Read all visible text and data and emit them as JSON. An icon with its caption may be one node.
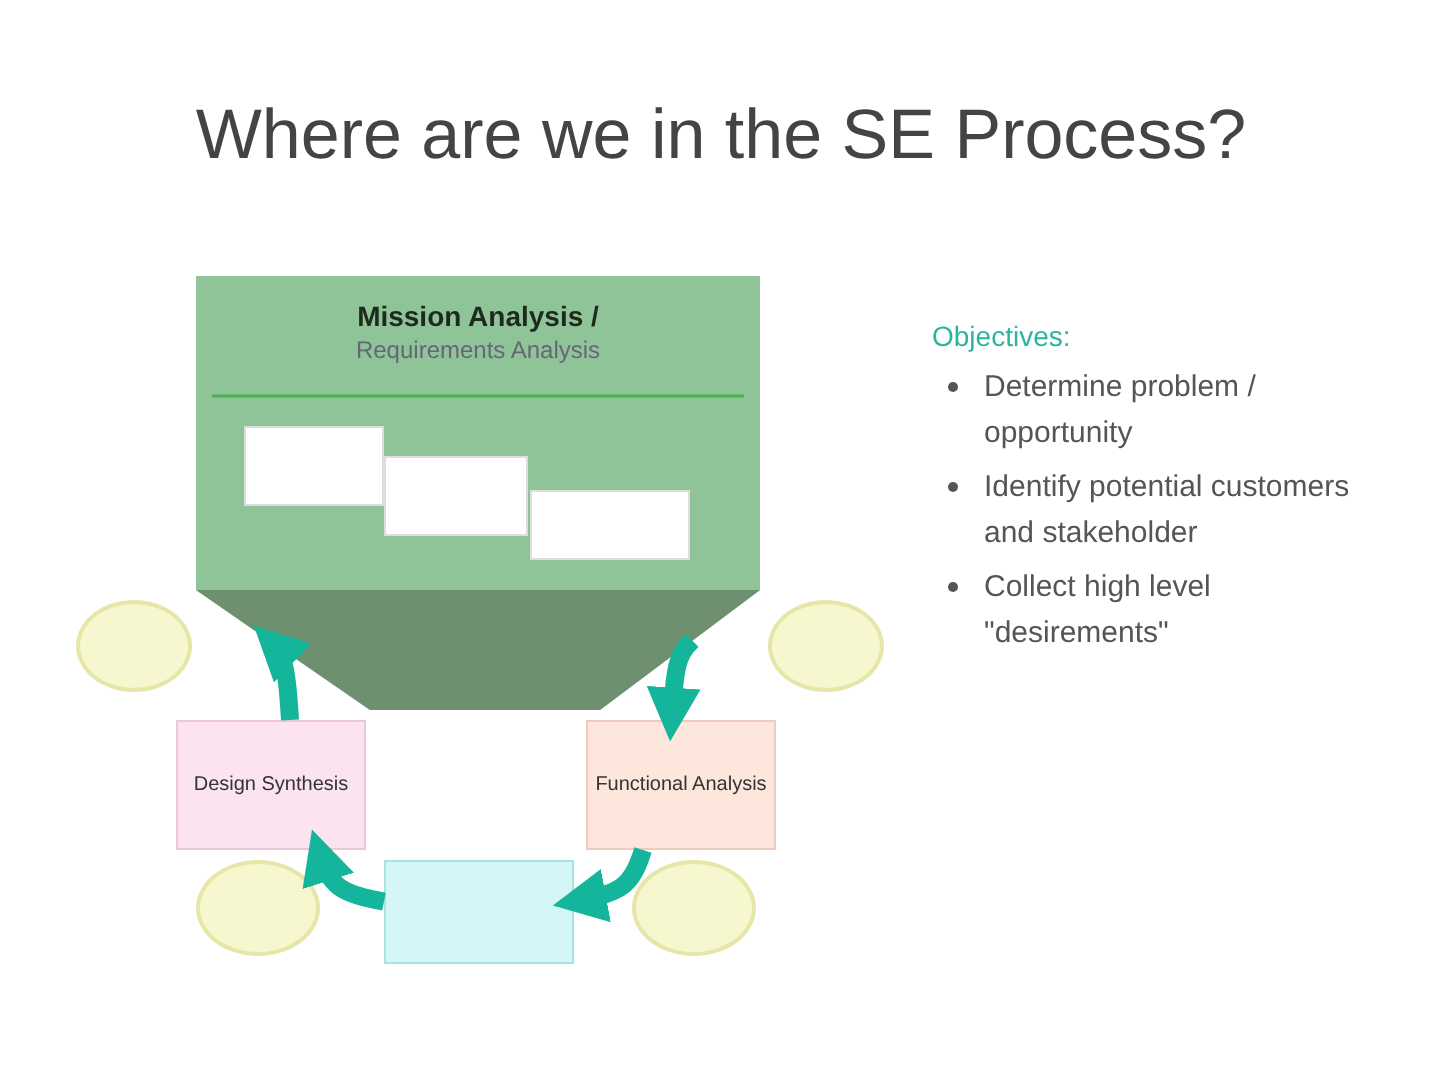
{
  "diagram": {
    "title": "Where are we in the SE Process?",
    "nodes": [
      {
        "text": [
          "Mission Analysis /",
          "Requirements Analysis"
        ]
      },
      {
        "text": [],
        "shape": "box",
        "in": 0
      },
      {
        "text": [],
        "shape": "box",
        "in": 0
      },
      {
        "text": [],
        "shape": "box",
        "in": 0
      },
      {
        "text": [],
        "shape": "ellipse"
      },
      {
        "text": [],
        "shape": "ellipse"
      },
      {
        "text": [
          "Design Synthesis"
        ]
      },
      {
        "text": [
          "Functional Analysis"
        ]
      },
      {
        "text": [],
        "shape": "ellipse"
      },
      {
        "text": [],
        "shape": "box"
      },
      {
        "text": [],
        "shape": "ellipse"
      }
    ],
    "edges": [
      {
        "from": 0,
        "to": 7,
        "arrow": "to"
      },
      {
        "from": 7,
        "to": 9,
        "arrow": "to"
      },
      {
        "from": 9,
        "to": 6,
        "arrow": "to"
      },
      {
        "from": 6,
        "to": 0,
        "arrow": "to"
      }
    ],
    "labels": [
      "Objectives:",
      "Determine problem / opportunity",
      "Identify potential customers and stakeholder",
      "Collect high level \"desirements\""
    ]
  }
}
